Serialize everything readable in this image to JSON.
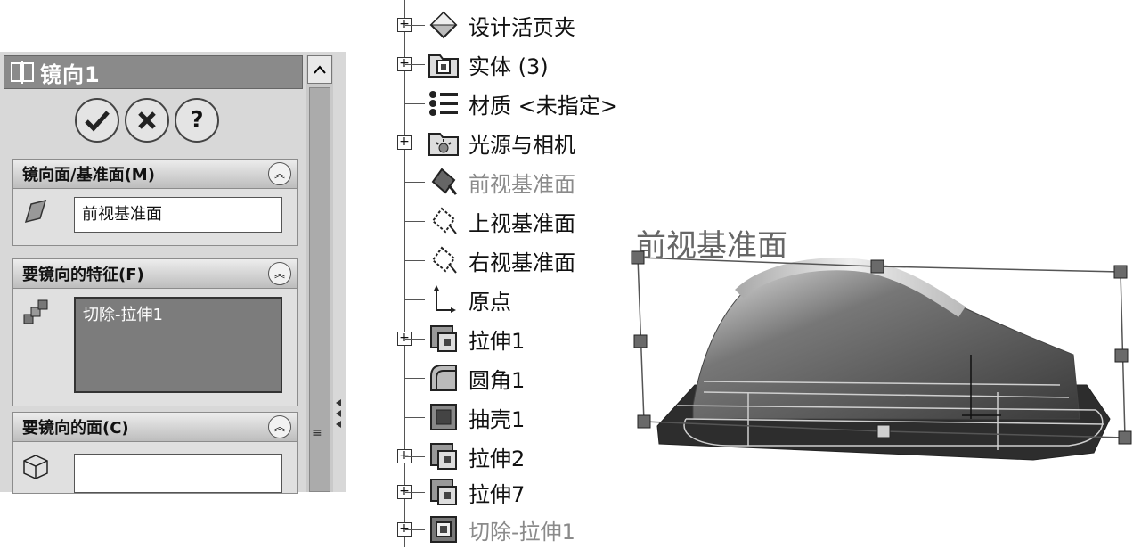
{
  "property_manager": {
    "title": "镜向1",
    "confirm_icon": "check-icon",
    "cancel_icon": "x-icon",
    "help_label": "?",
    "groups": [
      {
        "label": "镜向面/基准面(M)",
        "value": "前视基准面"
      },
      {
        "label": "要镜向的特征(F)",
        "value": "切除-拉伸1"
      },
      {
        "label": "要镜向的面(C)",
        "value": ""
      }
    ]
  },
  "feature_tree": [
    {
      "label": "设计活页夹",
      "icon": "design-binder-icon",
      "expandable": true,
      "dim": false
    },
    {
      "label": "实体 (3)",
      "icon": "solid-bodies-icon",
      "expandable": true,
      "dim": false
    },
    {
      "label": "材质 <未指定>",
      "icon": "material-icon",
      "expandable": false,
      "dim": false
    },
    {
      "label": "光源与相机",
      "icon": "lights-cameras-icon",
      "expandable": true,
      "dim": false
    },
    {
      "label": "前视基准面",
      "icon": "plane-icon",
      "expandable": false,
      "dim": true
    },
    {
      "label": "上视基准面",
      "icon": "plane-icon",
      "expandable": false,
      "dim": false
    },
    {
      "label": "右视基准面",
      "icon": "plane-icon",
      "expandable": false,
      "dim": false
    },
    {
      "label": "原点",
      "icon": "origin-icon",
      "expandable": false,
      "dim": false
    },
    {
      "label": "拉伸1",
      "icon": "extrude-icon",
      "expandable": true,
      "dim": false
    },
    {
      "label": "圆角1",
      "icon": "fillet-icon",
      "expandable": false,
      "dim": false
    },
    {
      "label": "抽壳1",
      "icon": "shell-icon",
      "expandable": false,
      "dim": false
    },
    {
      "label": "拉伸2",
      "icon": "extrude-icon",
      "expandable": true,
      "dim": false
    },
    {
      "label": "拉伸7",
      "icon": "extrude-icon",
      "expandable": true,
      "dim": false
    },
    {
      "label": "切除-拉伸1",
      "icon": "cut-extrude-icon",
      "expandable": true,
      "dim": true
    }
  ],
  "viewport": {
    "plane_label": "前视基准面"
  }
}
